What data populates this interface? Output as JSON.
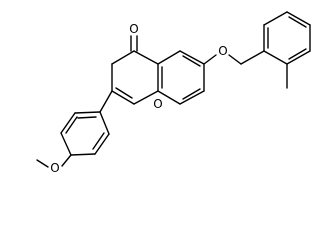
{
  "molecule": {
    "atom_labels": {
      "carbonyl_oxygen": "O",
      "ring_oxygen": "O",
      "ether_oxygen": "O",
      "methoxy_oxygen": "O"
    }
  },
  "colors": {
    "bond": "#000000",
    "background": "#ffffff"
  }
}
